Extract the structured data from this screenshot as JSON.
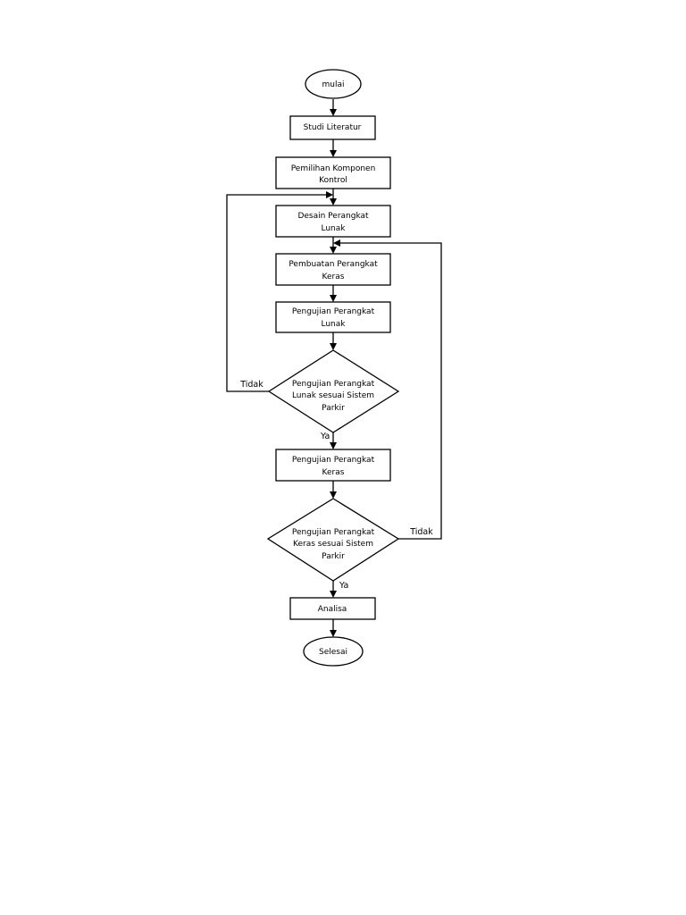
{
  "diagram": {
    "type": "flowchart",
    "nodes": {
      "start": {
        "shape": "terminator",
        "lines": [
          "mulai"
        ]
      },
      "studi": {
        "shape": "process",
        "lines": [
          "Studi Literatur"
        ]
      },
      "pemilihan": {
        "shape": "process",
        "lines": [
          "Pemilihan Komponen",
          "Kontrol"
        ]
      },
      "desain": {
        "shape": "process",
        "lines": [
          "Desain Perangkat",
          "Lunak"
        ]
      },
      "pembuatan": {
        "shape": "process",
        "lines": [
          "Pembuatan Perangkat",
          "Keras"
        ]
      },
      "uji_lunak": {
        "shape": "process",
        "lines": [
          "Pengujian Perangkat",
          "Lunak"
        ]
      },
      "cek_lunak": {
        "shape": "decision",
        "lines": [
          "Pengujian Perangkat",
          "Lunak sesuai Sistem",
          "Parkir"
        ]
      },
      "uji_keras": {
        "shape": "process",
        "lines": [
          "Pengujian Perangkat",
          "Keras"
        ]
      },
      "cek_keras": {
        "shape": "decision",
        "lines": [
          "Pengujian Perangkat",
          "Keras sesuai Sistem",
          "Parkir"
        ]
      },
      "analisa": {
        "shape": "process",
        "lines": [
          "Analisa"
        ]
      },
      "end": {
        "shape": "terminator",
        "lines": [
          "Selesai"
        ]
      }
    },
    "edges": {
      "cek_lunak_no": {
        "from": "cek_lunak",
        "to": "desain",
        "label": "Tidak"
      },
      "cek_lunak_yes": {
        "from": "cek_lunak",
        "to": "uji_keras",
        "label": "Ya"
      },
      "cek_keras_no": {
        "from": "cek_keras",
        "to": "pembuatan",
        "label": "Tidak"
      },
      "cek_keras_yes": {
        "from": "cek_keras",
        "to": "analisa",
        "label": "Ya"
      }
    }
  }
}
